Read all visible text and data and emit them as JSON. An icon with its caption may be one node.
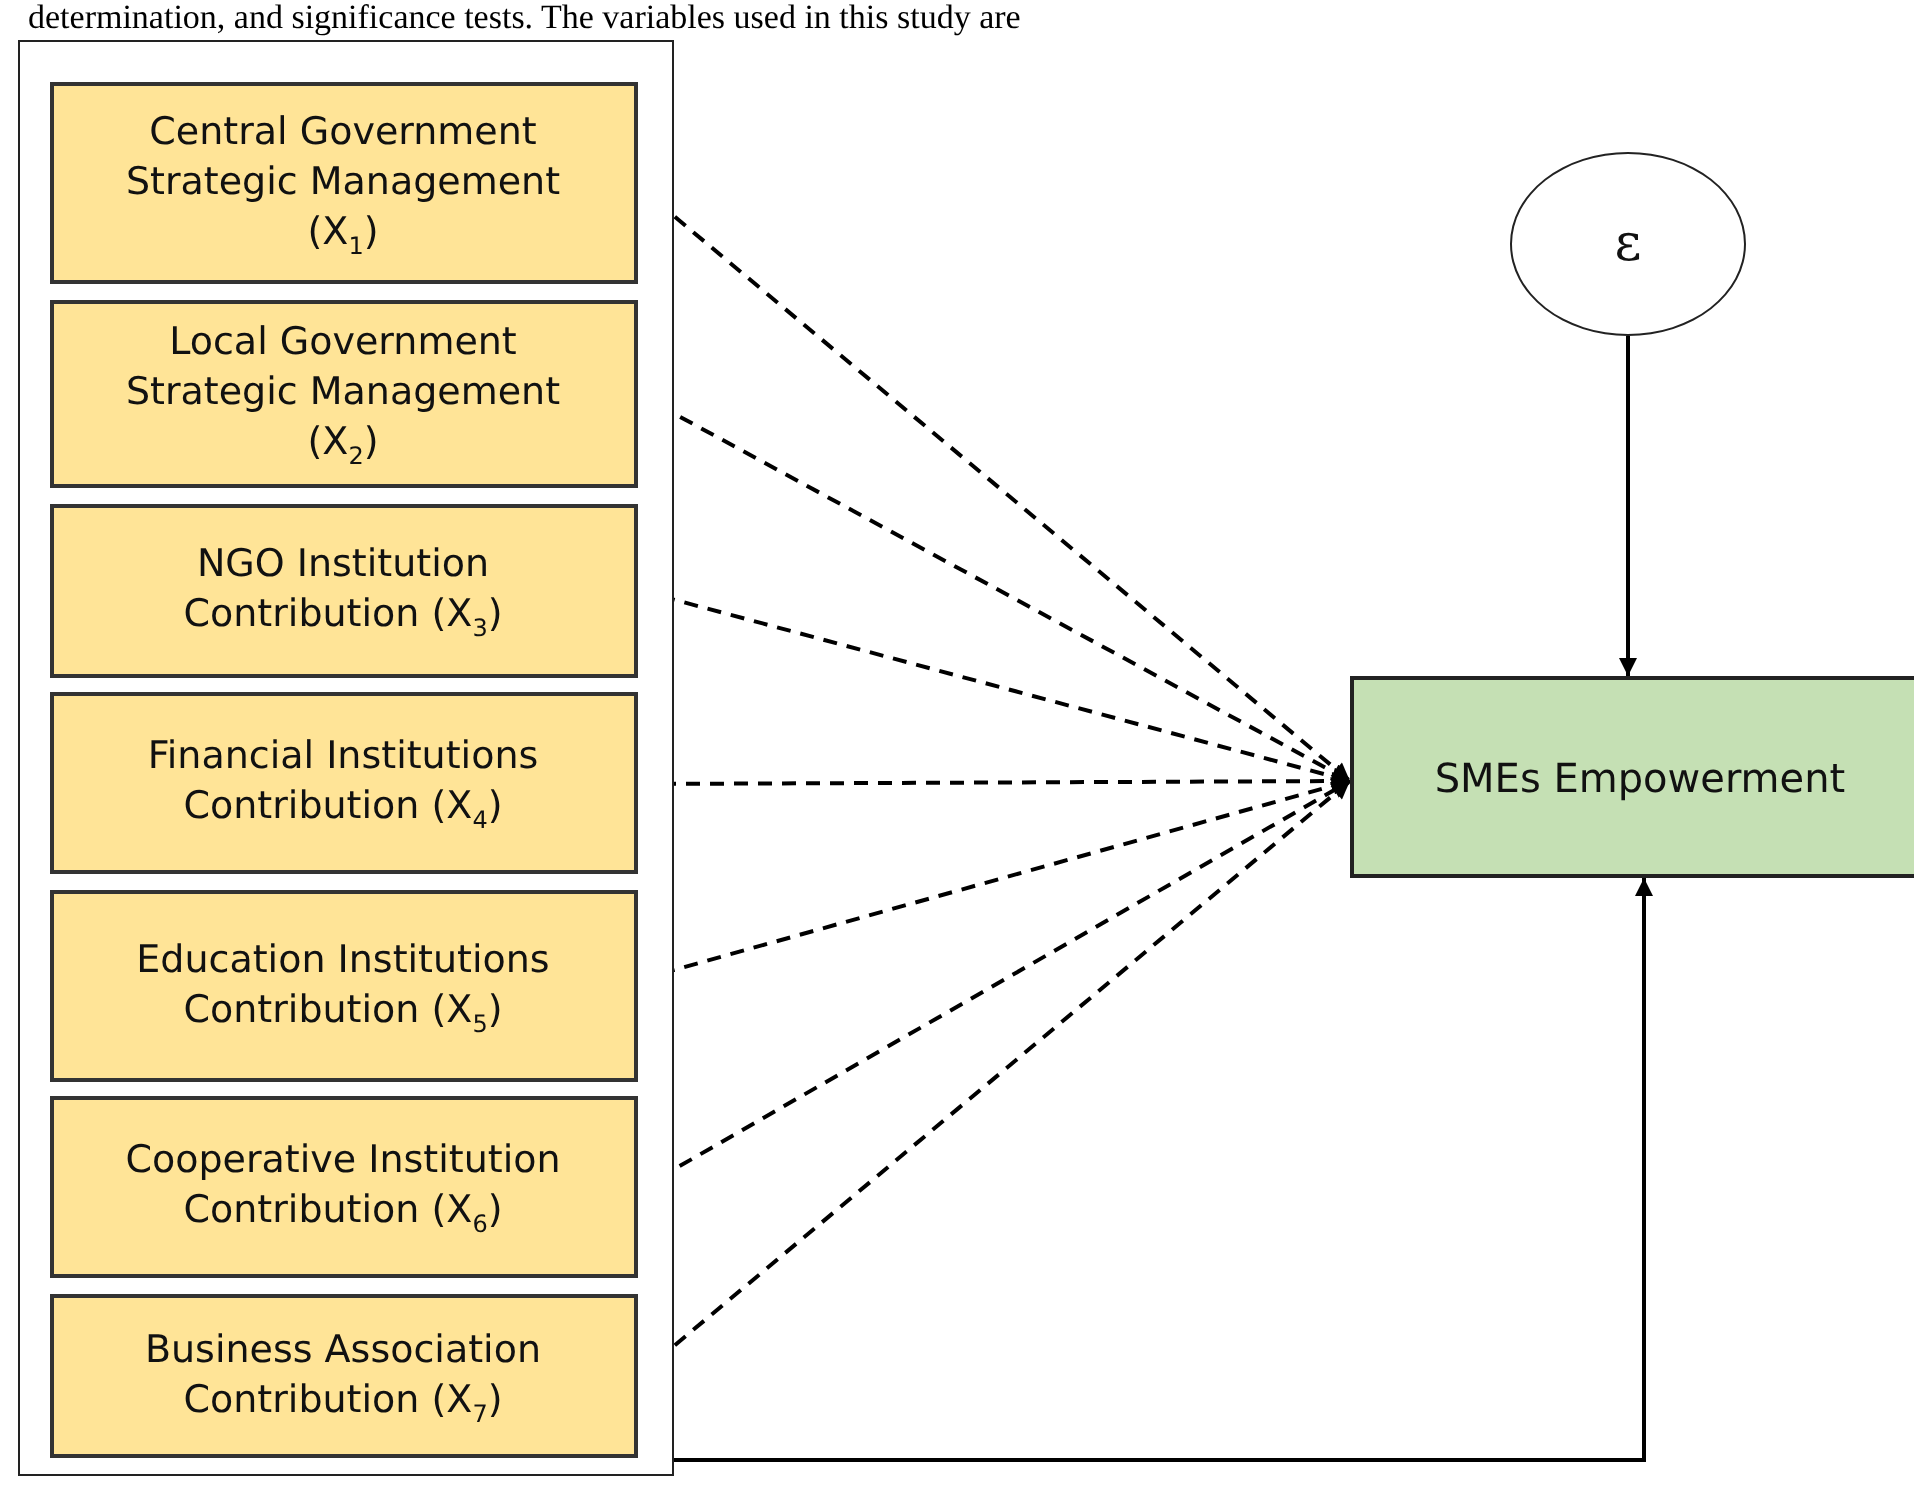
{
  "diagram": {
    "nodes": [
      {
        "text": [],
        "shape": "box"
      },
      {
        "text": [
          "Central Government Strategic Management (X$_{1}$)"
        ],
        "in": 0
      },
      {
        "text": [
          "Local Government Strategic Management (X$_{2}$)"
        ],
        "in": 0
      },
      {
        "text": [
          "NGO Institution Contribution (X$_{3}$)"
        ],
        "in": 0
      },
      {
        "text": [
          "Financial Institutions Contribution (X$_{4}$)"
        ],
        "in": 0
      },
      {
        "text": [
          "Education Institutions Contribution (X$_{5}$)"
        ],
        "in": 0
      },
      {
        "text": [
          "Cooperative Institution Contribution (X$_{6}$)"
        ],
        "in": 0
      },
      {
        "text": [
          "Business Association Contribution (X$_{7}$)"
        ],
        "in": 0
      },
      {
        "text": [
          "ε"
        ]
      },
      {
        "text": [
          "SMEs Empowerment"
        ]
      }
    ],
    "edges": [
      {
        "from": 1,
        "to": 9,
        "arrow": "to",
        "style": "dashed"
      },
      {
        "from": 2,
        "to": 9,
        "arrow": "to",
        "style": "dashed"
      },
      {
        "from": 3,
        "to": 9,
        "arrow": "to",
        "style": "dashed"
      },
      {
        "from": 4,
        "to": 9,
        "arrow": "to",
        "style": "dashed"
      },
      {
        "from": 5,
        "to": 9,
        "arrow": "to",
        "style": "dashed"
      },
      {
        "from": 6,
        "to": 9,
        "arrow": "to",
        "style": "dashed"
      },
      {
        "from": 7,
        "to": 9,
        "arrow": "to",
        "style": "dashed"
      },
      {
        "from": 8,
        "to": 9,
        "arrow": "to"
      },
      {
        "from": 0,
        "to": 9,
        "arrow": "to"
      }
    ],
    "labels": [
      "determination, and significance tests. The variables used in this study are"
    ]
  }
}
